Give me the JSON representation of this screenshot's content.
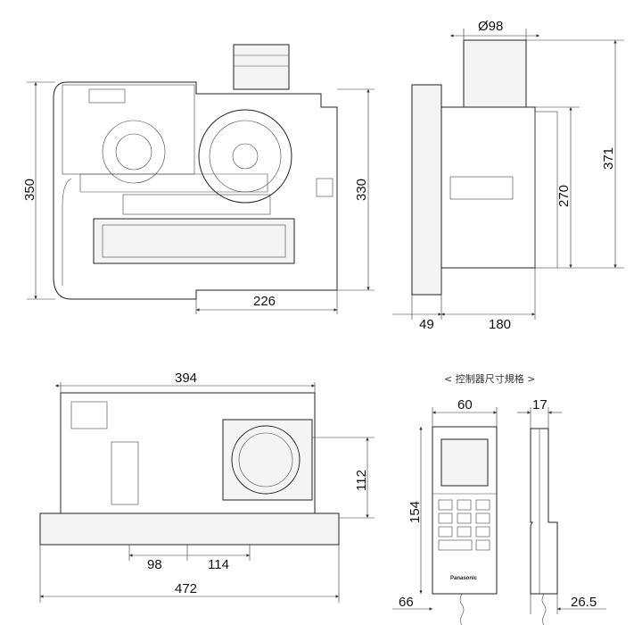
{
  "title": "Ventilation fan dimension drawing",
  "views": {
    "front": {
      "height": "350",
      "inner_height": "330",
      "width_right": "226"
    },
    "side": {
      "duct_diameter": "Ø98",
      "total_height": "371",
      "body_height": "270",
      "flange": "49",
      "depth": "180"
    },
    "bottom": {
      "width": "394",
      "depth": "112",
      "offset_a": "98",
      "offset_b": "114",
      "total_width": "472"
    },
    "controller": {
      "caption": "< 控制器尺寸規格 >",
      "width": "60",
      "thickness": "17",
      "height": "154",
      "bottom_width": "66",
      "bottom_thickness": "26.5",
      "brand": "Panasonic"
    }
  }
}
